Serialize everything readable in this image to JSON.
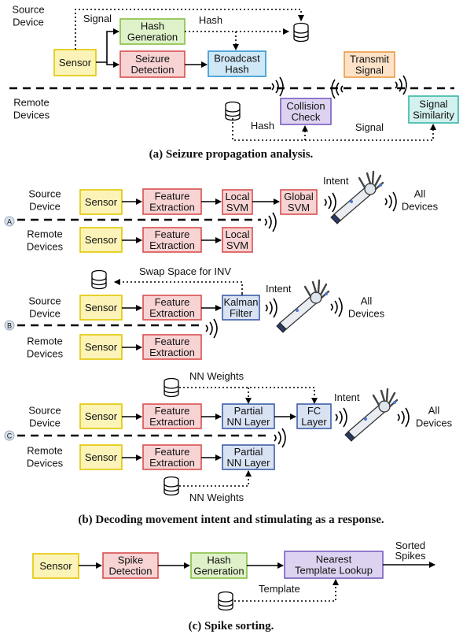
{
  "colors": {
    "sensor": {
      "fill": "#fbf3b8",
      "stroke": "#e2c600"
    },
    "red": {
      "fill": "#f7d3d3",
      "stroke": "#d95050"
    },
    "green": {
      "fill": "#dff1c9",
      "stroke": "#86bf45"
    },
    "blue": {
      "fill": "#cfe8f7",
      "stroke": "#2f96d0"
    },
    "orange": {
      "fill": "#fde2c8",
      "stroke": "#ec9a45"
    },
    "purple": {
      "fill": "#ddd3f0",
      "stroke": "#7a5cc2"
    },
    "teal": {
      "fill": "#d3f1ee",
      "stroke": "#37b6a7"
    },
    "slate": {
      "fill": "#d8e2f3",
      "stroke": "#3f5ea8"
    }
  },
  "icons": [
    "database-icon",
    "wireless-signal-icon",
    "robotic-arm-icon"
  ],
  "a": {
    "source_device": [
      "Source",
      "Device"
    ],
    "remote_devices": [
      "Remote",
      "Devices"
    ],
    "sensor": "Sensor",
    "hash_generation": [
      "Hash",
      "Generation"
    ],
    "seizure_detection": [
      "Seizure",
      "Detection"
    ],
    "broadcast_hash": [
      "Broadcast",
      "Hash"
    ],
    "transmit_signal": [
      "Transmit",
      "Signal"
    ],
    "collision_check": [
      "Collision",
      "Check"
    ],
    "signal_similarity": [
      "Signal",
      "Similarity"
    ],
    "signal_label": "Signal",
    "hash_label": "Hash",
    "remote_hash_label": "Hash",
    "remote_signal_label": "Signal",
    "caption": "(a) Seizure propagation analysis."
  },
  "b": {
    "source_device": [
      "Source",
      "Device"
    ],
    "remote_devices": [
      "Remote",
      "Devices"
    ],
    "sensor": "Sensor",
    "feature_extraction": [
      "Feature",
      "Extraction"
    ],
    "local_svm": [
      "Local",
      "SVM"
    ],
    "global_svm": [
      "Global",
      "SVM"
    ],
    "kalman_filter": [
      "Kalman",
      "Filter"
    ],
    "partial_nn_layer": [
      "Partial",
      "NN Layer"
    ],
    "fc_layer": [
      "FC",
      "Layer"
    ],
    "intent": "Intent",
    "all_devices": [
      "All",
      "Devices"
    ],
    "swap_space": "Swap Space for INV",
    "nn_weights": "NN Weights",
    "markers": [
      "A",
      "B",
      "C"
    ],
    "caption": "(b) Decoding movement intent and stimulating as a response."
  },
  "c": {
    "sensor": "Sensor",
    "spike_detection": [
      "Spike",
      "Detection"
    ],
    "hash_generation": [
      "Hash",
      "Generation"
    ],
    "nearest_template_lookup": [
      "Nearest",
      "Template Lookup"
    ],
    "sorted_spikes": [
      "Sorted",
      "Spikes"
    ],
    "template": "Template",
    "caption": "(c) Spike sorting."
  }
}
